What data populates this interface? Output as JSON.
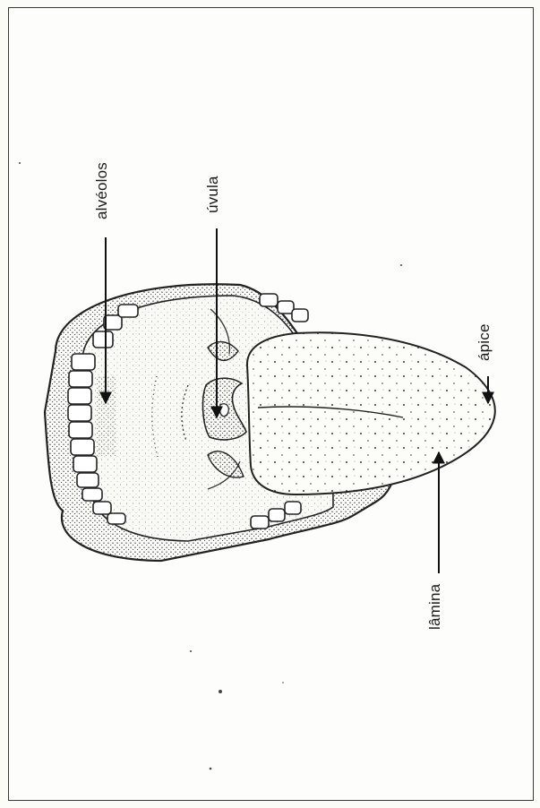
{
  "diagram": {
    "labels": {
      "alveolos": "alvéolos",
      "uvula": "úvula",
      "apice": "ápice",
      "lamina": "lâmina"
    }
  }
}
